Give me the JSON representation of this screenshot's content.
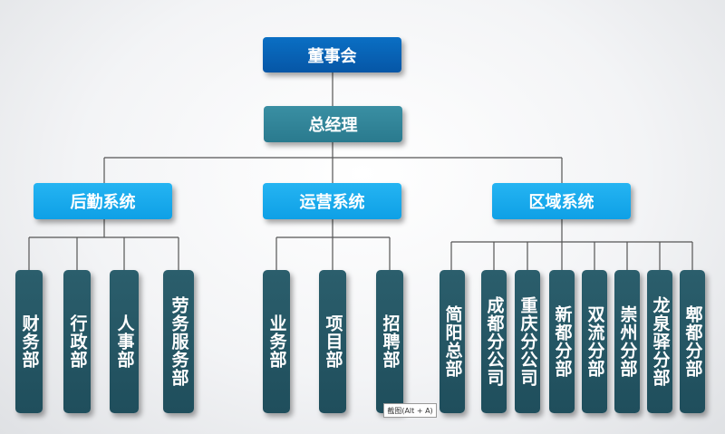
{
  "board": "董事会",
  "gm": "总经理",
  "systems": [
    "后勤系统",
    "运营系统",
    "区域系统"
  ],
  "logistics_depts": [
    "财务部",
    "行政部",
    "人事部",
    "劳务服务部"
  ],
  "operations_depts": [
    "业务部",
    "项目部",
    "招聘部"
  ],
  "region_depts": [
    "简阳总部",
    "成都分公司",
    "重庆分公司",
    "新都分部",
    "双流分部",
    "崇州分部",
    "龙泉驿分部",
    "郫都分部"
  ],
  "tooltip": "截图(Alt + A)"
}
